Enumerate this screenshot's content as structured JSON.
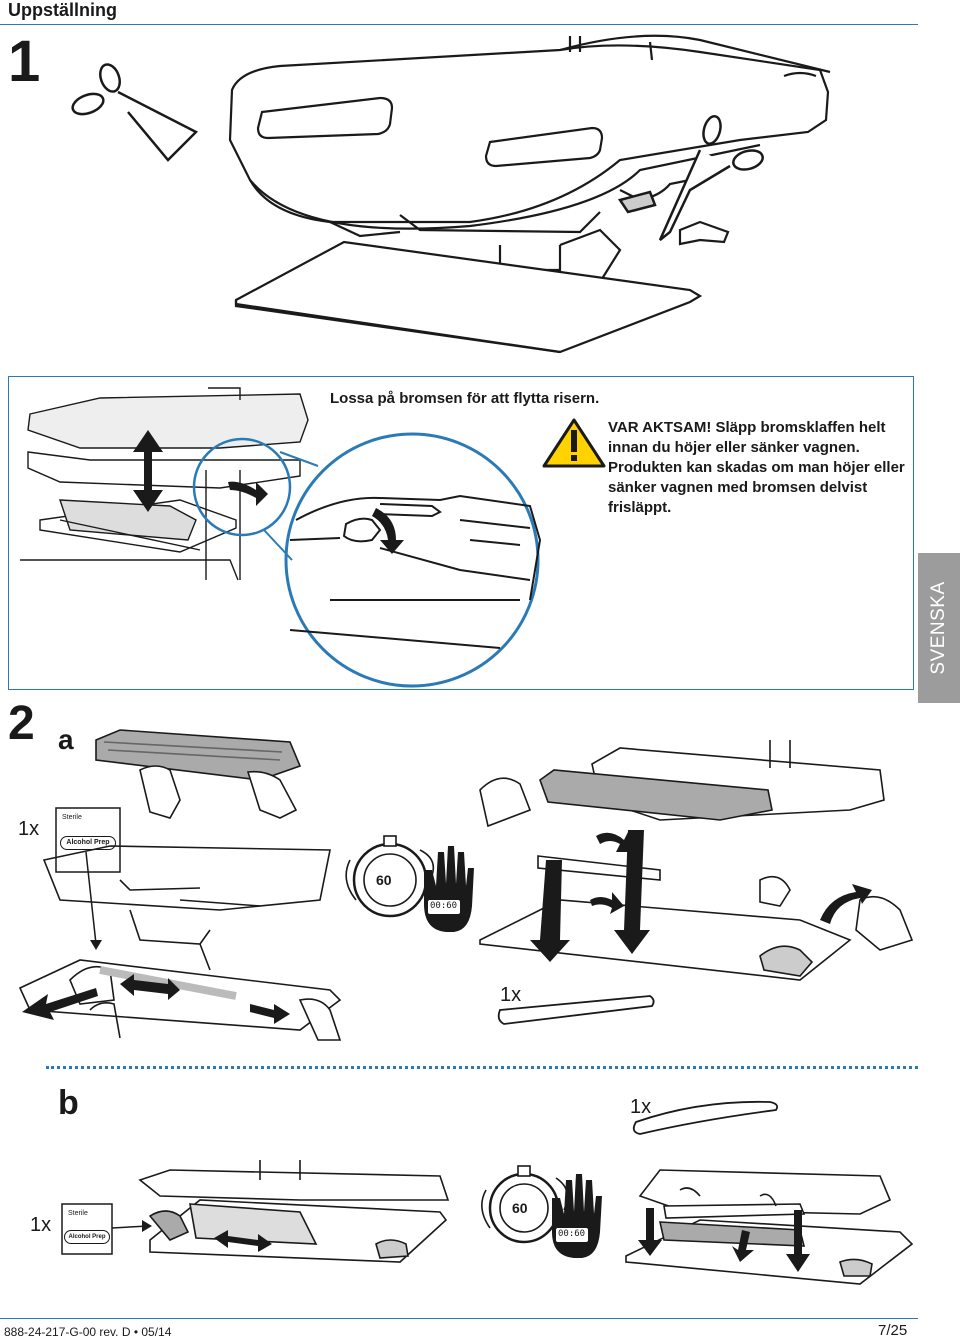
{
  "header": {
    "title": "Uppställning"
  },
  "steps": {
    "one": "1",
    "two": "2",
    "two_a": "a",
    "two_b": "b"
  },
  "caution": {
    "lead": "Lossa på bromsen för att flytta risern.",
    "warning": "VAR AKTSAM! Släpp bromsklaffen helt innan du höjer eller sänker vagnen. Produkten kan skadas om man höjer eller sänker vagnen med bromsen delvist frisläppt."
  },
  "language_tab": "SVENSKA",
  "quantities": {
    "wipe_a": "1x",
    "palm_rest_a": "1x",
    "palm_rest_b": "1x",
    "wipe_b": "1x"
  },
  "alcohol_prep": {
    "sterile": "Sterile",
    "label": "Alcohol Prep"
  },
  "timer": {
    "seconds": "60",
    "display": "00:60"
  },
  "footer": {
    "doc_id": "888-24-217-G-00 rev. D • 05/14",
    "page": "7/25"
  },
  "colors": {
    "accent": "#2a7ab8",
    "warning_yellow": "#ffd200",
    "tab_gray": "#9c9c9c"
  }
}
